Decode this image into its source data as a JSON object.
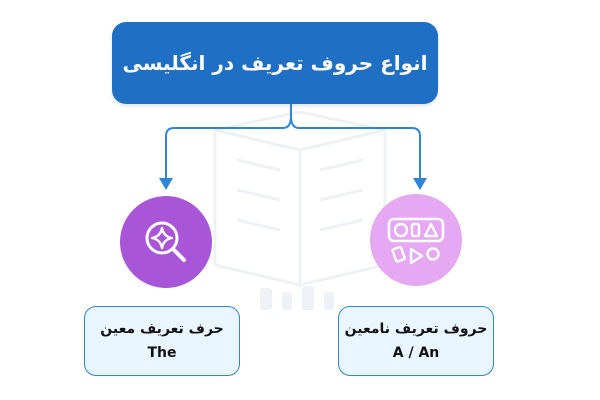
{
  "title": "انواع حروف تعریف در انگلیسی",
  "definite": {
    "label": "حرف تعریف معین",
    "value": "The",
    "icon": "sparkle-magnifier-icon",
    "color": "#a855d8"
  },
  "indefinite": {
    "label": "حروف تعریف نامعین",
    "value": "A / An",
    "icon": "shapes-icon",
    "color": "#e6a8f3"
  },
  "colors": {
    "title_bg": "#1f6fc4",
    "card_bg": "#e9f6ff",
    "card_border": "#2f86d6",
    "connector": "#2f86d6"
  }
}
